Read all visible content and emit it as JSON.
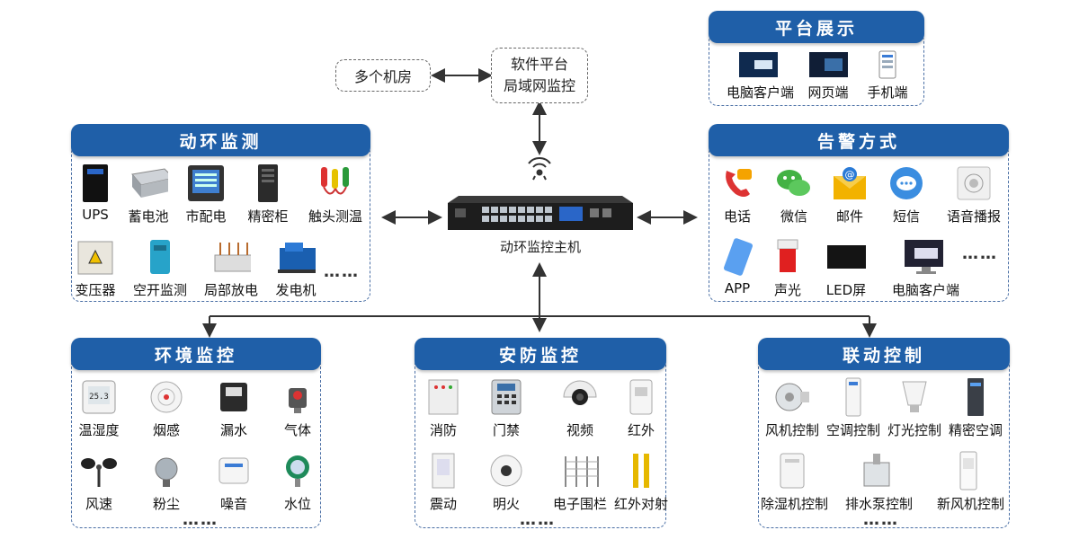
{
  "hub": {
    "label": "动环监控主机"
  },
  "software": {
    "line1": "软件平台",
    "line2": "局域网监控"
  },
  "rooms": {
    "label": "多个机房"
  },
  "dots": "……",
  "power": {
    "title": "动环监测",
    "items": [
      "UPS",
      "蓄电池",
      "市配电",
      "精密柜",
      "触头测温",
      "变压器",
      "空开监测",
      "局部放电",
      "发电机"
    ]
  },
  "platform": {
    "title": "平台展示",
    "items": [
      "电脑客户端",
      "网页端",
      "手机端"
    ]
  },
  "alarm": {
    "title": "告警方式",
    "items": [
      "电话",
      "微信",
      "邮件",
      "短信",
      "语音播报",
      "APP",
      "声光",
      "LED屏",
      "电脑客户端"
    ]
  },
  "env": {
    "title": "环境监控",
    "items": [
      "温湿度",
      "烟感",
      "漏水",
      "气体",
      "风速",
      "粉尘",
      "噪音",
      "水位"
    ]
  },
  "security": {
    "title": "安防监控",
    "items": [
      "消防",
      "门禁",
      "视频",
      "红外",
      "震动",
      "明火",
      "电子围栏",
      "红外对射"
    ]
  },
  "linkage": {
    "title": "联动控制",
    "items": [
      "风机控制",
      "空调控制",
      "灯光控制",
      "精密空调",
      "除湿机控制",
      "排水泵控制",
      "新风机控制"
    ]
  },
  "colors": {
    "accent": "#1f5fa8",
    "border": "#4a6fa5"
  }
}
